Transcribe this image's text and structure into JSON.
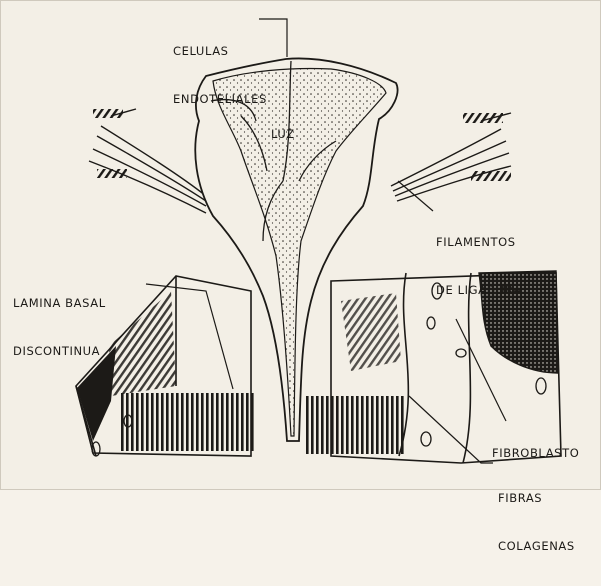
{
  "labels": {
    "endothelial_cells": [
      "CELULAS",
      "ENDOTELIALES"
    ],
    "lumen": "LUZ",
    "anchoring_filaments": [
      "FILAMENTOS",
      "DE LIGADURA"
    ],
    "basal_lamina": [
      "LAMINA BASAL",
      "DISCONTINUA"
    ],
    "fibroblast": "FIBROBLASTO",
    "collagen_fibers": [
      "FIBRAS",
      "COLAGENAS"
    ]
  },
  "colors": {
    "paper": "#f3efe6",
    "ink": "#1c1a17",
    "lumen_fill": "#e6dcc8"
  }
}
